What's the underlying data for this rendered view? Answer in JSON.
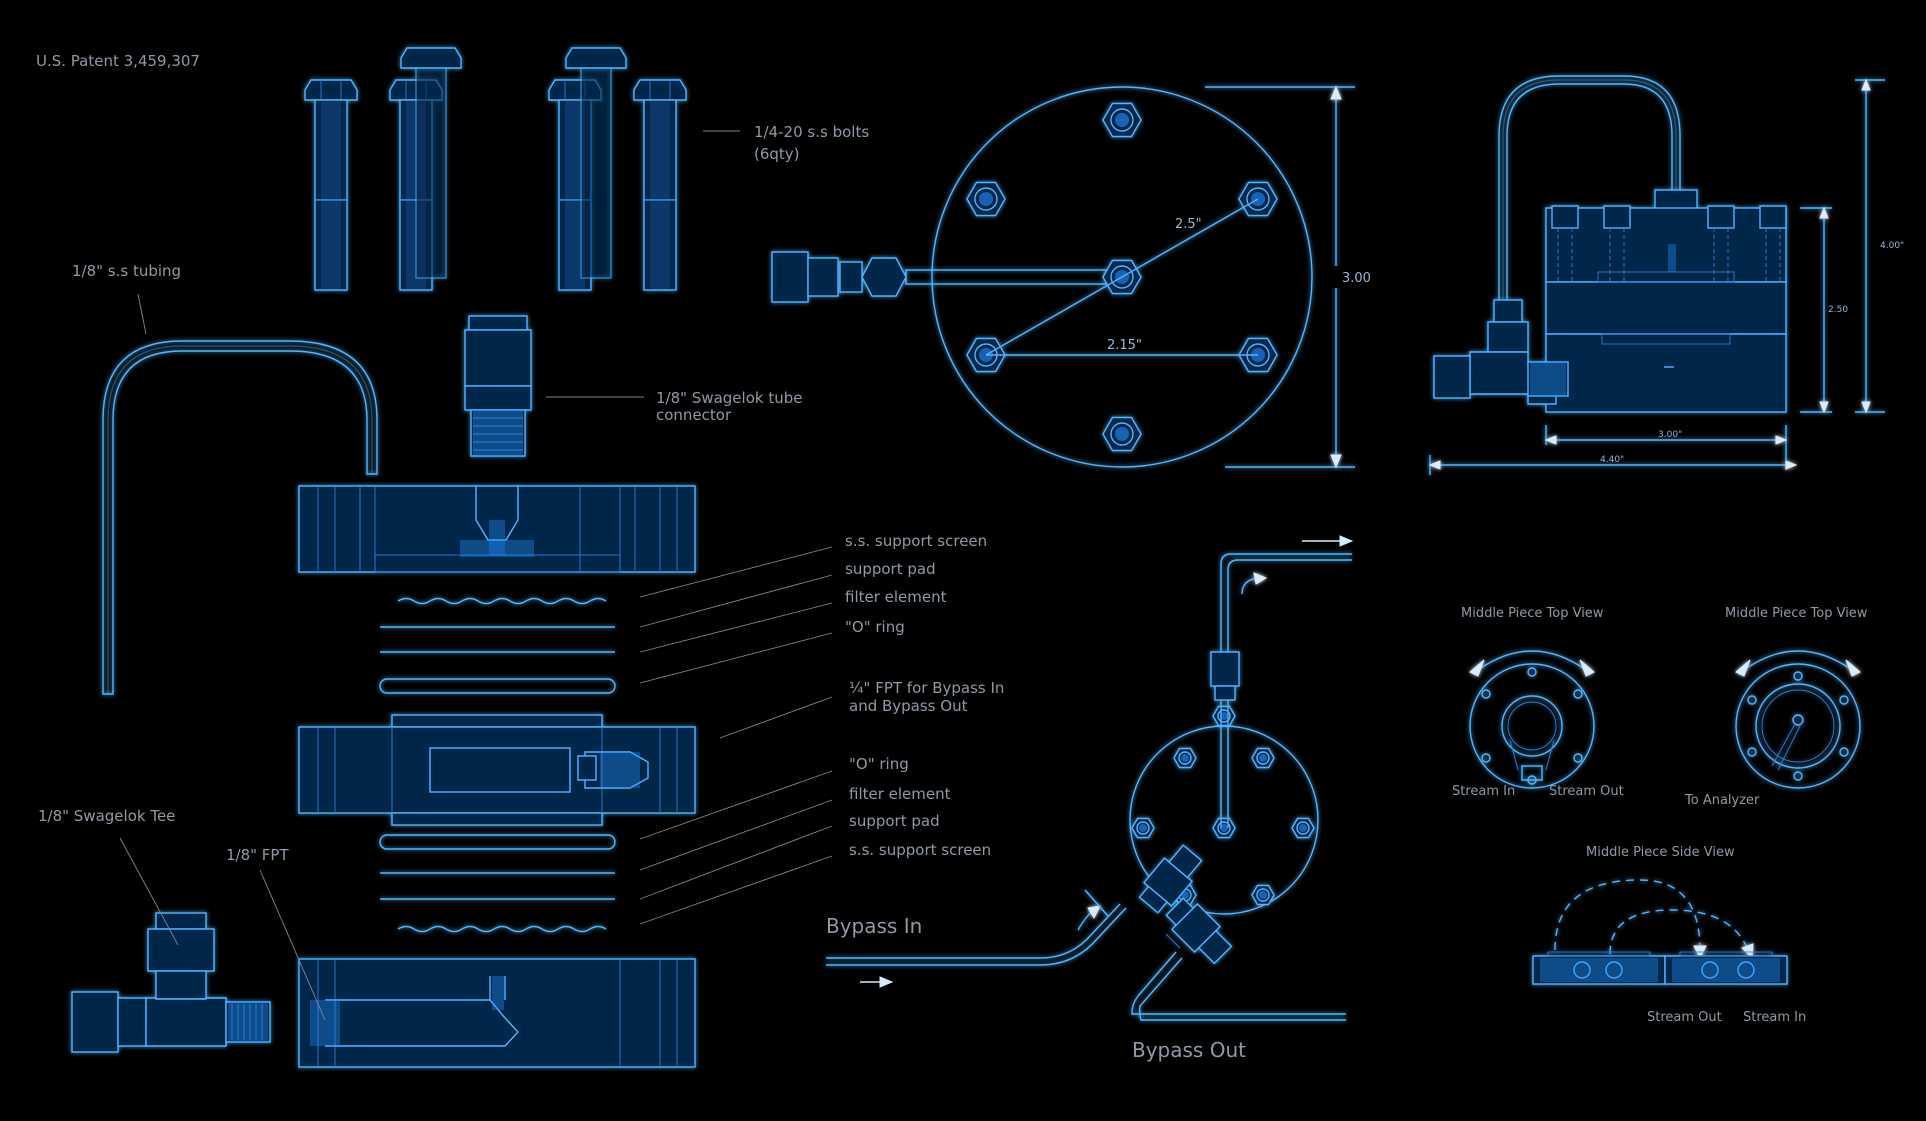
{
  "patent": "U.S. Patent 3,459,307",
  "labels": {
    "bolts_line1": "1/4-20 s.s bolts",
    "bolts_line2": "(6qty)",
    "tubing": "1/8\" s.s tubing",
    "connector_line1": "1/8\" Swagelok tube",
    "connector_line2": "connector",
    "tee": "1/8\" Swagelok Tee",
    "fpt": "1/8\" FPT",
    "support_screen_top": "s.s. support screen",
    "support_pad_top": "support pad",
    "filter_element_top": "filter element",
    "oring_top": "\"O\" ring",
    "bypass_fpt_line1": "¼\" FPT for Bypass In",
    "bypass_fpt_line2": "and Bypass Out",
    "oring_bottom": "\"O\" ring",
    "filter_element_bottom": "filter element",
    "support_pad_bottom": "support pad",
    "support_screen_bottom": "s.s. support screen",
    "bypass_in": "Bypass In",
    "bypass_out": "Bypass Out",
    "top_view_1": "Middle Piece Top View",
    "top_view_2": "Middle Piece Top View",
    "stream_in_1": "Stream In",
    "stream_out_1": "Stream Out",
    "to_analyzer": "To Analyzer",
    "side_view": "Middle Piece Side View",
    "stream_out_2": "Stream Out",
    "stream_in_2": "Stream In"
  },
  "dimensions": {
    "circle_height": "3.00",
    "bolt_circle": "2.5\"",
    "bolt_span": "2.15\"",
    "side_height_outer": "4.00\"",
    "side_height_inner": "2.50",
    "side_width_inner": "3.00\"",
    "side_width_outer": "4.40\""
  },
  "colors": {
    "background": "#000000",
    "line": "#4fb6ff",
    "glow": "#1f8cff",
    "label": "#8f9aa6"
  }
}
